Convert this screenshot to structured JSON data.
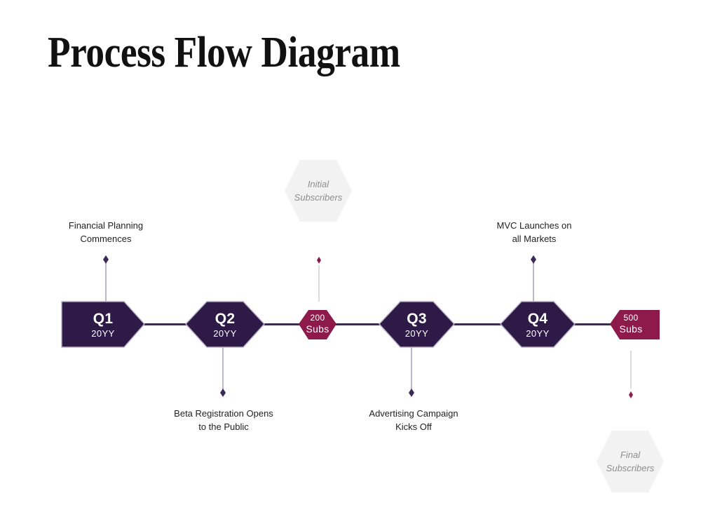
{
  "slide": {
    "title": "Process Flow Diagram",
    "background_color": "#FFFFFF"
  },
  "theme": {
    "purple": "#2E1A47",
    "purple_edge": "#3A2356",
    "crimson": "#8E1A4B",
    "ghost_fill": "#F2F2F2",
    "ghost_text": "#8D8D8D",
    "connector_purple": "#3B2A57",
    "connector_gray": "#D9D9D9",
    "text_dark": "#1F1F1F",
    "node_text": "#FFFFFF"
  },
  "timeline": {
    "nodes": [
      {
        "id": "q1",
        "title": "Q1",
        "subtitle": "20YY",
        "kind": "milestone",
        "shape": "flat-left-hexagon",
        "fill": "#2E1A47"
      },
      {
        "id": "q2",
        "title": "Q2",
        "subtitle": "20YY",
        "kind": "milestone",
        "shape": "hexagon",
        "fill": "#2E1A47"
      },
      {
        "id": "subs200",
        "title": "200",
        "subtitle": "Subs",
        "kind": "metric",
        "shape": "hexagon",
        "fill": "#8E1A4B"
      },
      {
        "id": "q3",
        "title": "Q3",
        "subtitle": "20YY",
        "kind": "milestone",
        "shape": "hexagon",
        "fill": "#2E1A47"
      },
      {
        "id": "q4",
        "title": "Q4",
        "subtitle": "20YY",
        "kind": "milestone",
        "shape": "hexagon",
        "fill": "#2E1A47"
      },
      {
        "id": "subs500",
        "title": "500",
        "subtitle": "Subs",
        "kind": "metric",
        "shape": "flat-right-hexagon",
        "fill": "#8E1A4B"
      }
    ]
  },
  "callouts": [
    {
      "id": "financial-planning",
      "text": "Financial Planning\nCommences",
      "position": "above",
      "anchor": "q1",
      "marker": "diamond",
      "marker_color": "#3B2A57"
    },
    {
      "id": "beta-registration",
      "text": "Beta Registration Opens\nto the Public",
      "position": "below",
      "anchor": "q2",
      "marker": "diamond",
      "marker_color": "#3B2A57"
    },
    {
      "id": "advertising-campaign",
      "text": "Advertising Campaign\nKicks Off",
      "position": "below",
      "anchor": "q3",
      "marker": "diamond",
      "marker_color": "#3B2A57"
    },
    {
      "id": "mvc-launches",
      "text": "MVC Launches on\nall Markets",
      "position": "above",
      "anchor": "q4",
      "marker": "diamond",
      "marker_color": "#3B2A57"
    }
  ],
  "ghost_nodes": [
    {
      "id": "initial-subscribers",
      "text": "Initial\nSubscribers",
      "position": "above",
      "anchor": "subs200",
      "marker": "diamond",
      "marker_color": "#8E1A4B"
    },
    {
      "id": "final-subscribers",
      "text": "Final\nSubscribers",
      "position": "below",
      "anchor": "subs500",
      "marker": "diamond",
      "marker_color": "#8E1A4B"
    }
  ]
}
